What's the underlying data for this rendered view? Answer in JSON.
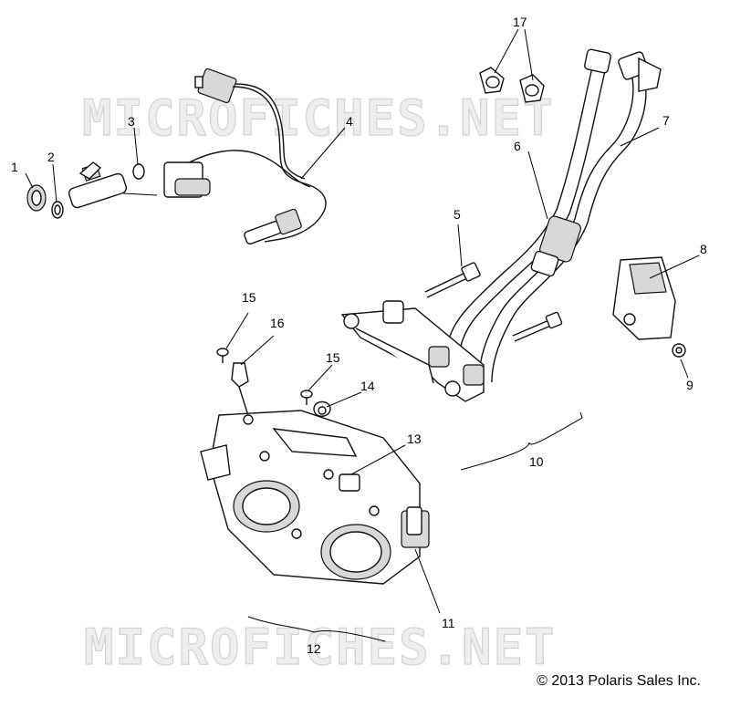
{
  "watermark": {
    "top": "MICROFICHES.NET",
    "bottom": "MICROFICHES.NET"
  },
  "callouts": {
    "c1": "1",
    "c2": "2",
    "c3": "3",
    "c4": "4",
    "c5": "5",
    "c6": "6",
    "c7": "7",
    "c8": "8",
    "c9": "9",
    "c10": "10",
    "c11": "11",
    "c12": "12",
    "c13": "13",
    "c14": "14",
    "c15a": "15",
    "c15b": "15",
    "c16": "16",
    "c17": "17"
  },
  "copyright": "© 2013 Polaris Sales Inc.",
  "colors": {
    "line": "#111111",
    "watermark": "#d2d2d2"
  }
}
